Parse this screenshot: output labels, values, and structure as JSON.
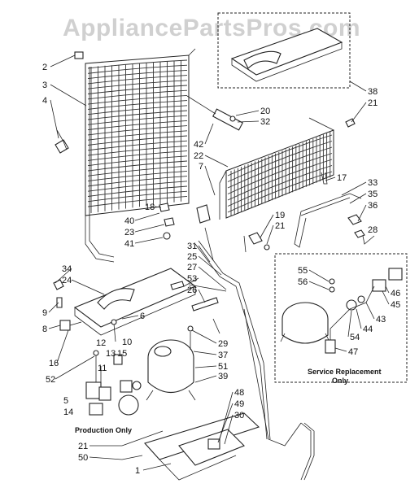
{
  "watermark": "AppliancePartsPros.com",
  "captions": {
    "production_only": "Production Only",
    "service_replacement_line1": "Service Replacement",
    "service_replacement_line2": "Only"
  },
  "callouts": [
    "1",
    "2",
    "3",
    "4",
    "5",
    "6",
    "7",
    "8",
    "9",
    "10",
    "11",
    "12",
    "13",
    "14",
    "15",
    "16",
    "17",
    "18",
    "19",
    "20",
    "21",
    "22",
    "23",
    "24",
    "25",
    "26",
    "27",
    "28",
    "29",
    "30",
    "31",
    "32",
    "33",
    "34",
    "35",
    "36",
    "37",
    "38",
    "39",
    "40",
    "41",
    "42",
    "43",
    "44",
    "45",
    "46",
    "47",
    "48",
    "49",
    "50",
    "51",
    "52",
    "53",
    "54",
    "55",
    "56"
  ]
}
